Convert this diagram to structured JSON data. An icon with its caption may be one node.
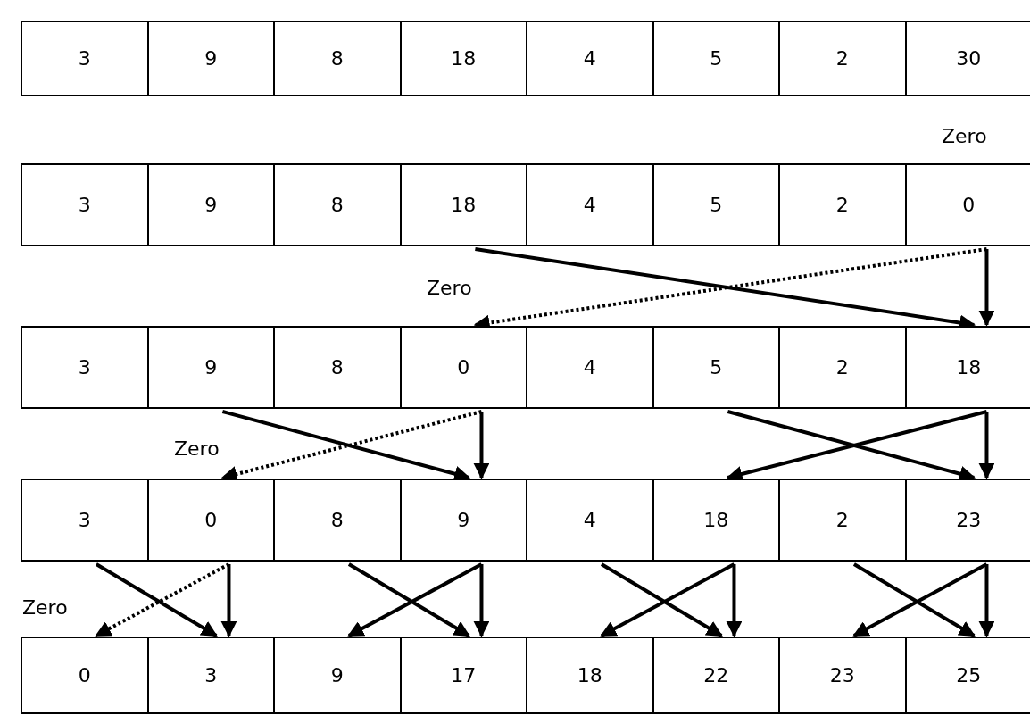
{
  "diagram": {
    "nodes": [
      {
        "text": [
          "3"
        ]
      },
      {
        "text": [
          "9"
        ]
      },
      {
        "text": [
          "8"
        ]
      },
      {
        "text": [
          "18"
        ]
      },
      {
        "text": [
          "4"
        ]
      },
      {
        "text": [
          "5"
        ]
      },
      {
        "text": [
          "2"
        ]
      },
      {
        "text": [
          "30"
        ]
      },
      {
        "text": [
          "3"
        ]
      },
      {
        "text": [
          "9"
        ]
      },
      {
        "text": [
          "8"
        ]
      },
      {
        "text": [
          "18"
        ]
      },
      {
        "text": [
          "4"
        ]
      },
      {
        "text": [
          "5"
        ]
      },
      {
        "text": [
          "2"
        ]
      },
      {
        "text": [
          "0"
        ]
      },
      {
        "text": [
          "3"
        ]
      },
      {
        "text": [
          "9"
        ]
      },
      {
        "text": [
          "8"
        ]
      },
      {
        "text": [
          "0"
        ]
      },
      {
        "text": [
          "4"
        ]
      },
      {
        "text": [
          "5"
        ]
      },
      {
        "text": [
          "2"
        ]
      },
      {
        "text": [
          "18"
        ]
      },
      {
        "text": [
          "3"
        ]
      },
      {
        "text": [
          "0"
        ]
      },
      {
        "text": [
          "8"
        ]
      },
      {
        "text": [
          "9"
        ]
      },
      {
        "text": [
          "4"
        ]
      },
      {
        "text": [
          "18"
        ]
      },
      {
        "text": [
          "2"
        ]
      },
      {
        "text": [
          "23"
        ]
      },
      {
        "text": [
          "0"
        ]
      },
      {
        "text": [
          "3"
        ]
      },
      {
        "text": [
          "9"
        ]
      },
      {
        "text": [
          "17"
        ]
      },
      {
        "text": [
          "18"
        ]
      },
      {
        "text": [
          "22"
        ]
      },
      {
        "text": [
          "23"
        ]
      },
      {
        "text": [
          "25"
        ]
      }
    ],
    "edges": [
      {
        "from": 11,
        "to": 23,
        "arrow": "to"
      },
      {
        "from": 15,
        "to": 19,
        "arrow": "to",
        "style": "dashed"
      },
      {
        "from": 15,
        "to": 23,
        "arrow": "to"
      },
      {
        "from": 17,
        "to": 27,
        "arrow": "to"
      },
      {
        "from": 19,
        "to": 25,
        "arrow": "to",
        "style": "dashed"
      },
      {
        "from": 19,
        "to": 27,
        "arrow": "to"
      },
      {
        "from": 21,
        "to": 31,
        "arrow": "to"
      },
      {
        "from": 23,
        "to": 29,
        "arrow": "to"
      },
      {
        "from": 23,
        "to": 31,
        "arrow": "to"
      },
      {
        "from": 24,
        "to": 33,
        "arrow": "to"
      },
      {
        "from": 25,
        "to": 32,
        "arrow": "to",
        "style": "dashed"
      },
      {
        "from": 25,
        "to": 33,
        "arrow": "to"
      },
      {
        "from": 26,
        "to": 35,
        "arrow": "to"
      },
      {
        "from": 27,
        "to": 34,
        "arrow": "to"
      },
      {
        "from": 27,
        "to": 35,
        "arrow": "to"
      },
      {
        "from": 28,
        "to": 37,
        "arrow": "to"
      },
      {
        "from": 29,
        "to": 36,
        "arrow": "to"
      },
      {
        "from": 29,
        "to": 37,
        "arrow": "to"
      },
      {
        "from": 30,
        "to": 39,
        "arrow": "to"
      },
      {
        "from": 31,
        "to": 38,
        "arrow": "to"
      },
      {
        "from": 31,
        "to": 39,
        "arrow": "to"
      }
    ],
    "labels": [
      "Zero",
      "Zero",
      "Zero",
      "Zero"
    ]
  }
}
